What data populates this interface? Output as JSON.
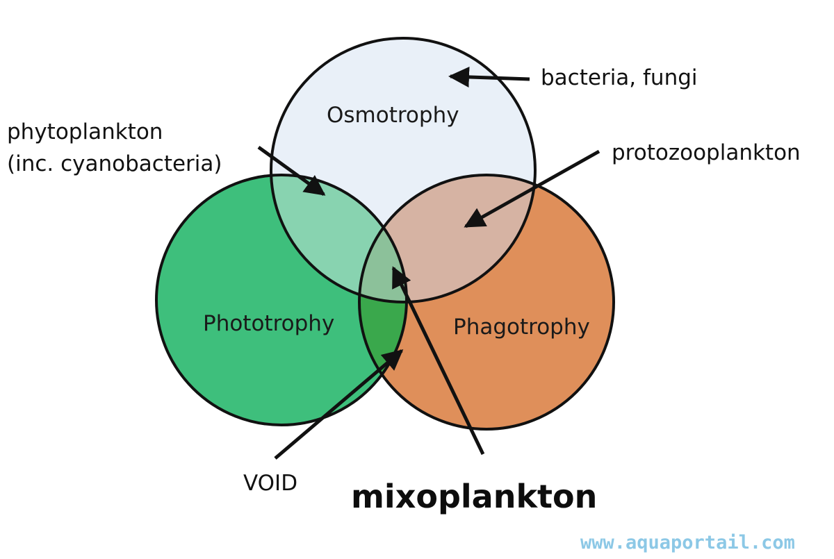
{
  "sets": {
    "osmotrophy": {
      "label": "Osmotrophy",
      "color": "#e9f0f8"
    },
    "phototrophy": {
      "label": "Phototrophy",
      "color": "#3dbb79"
    },
    "phagotrophy": {
      "label": "Phagotrophy",
      "color": "#dd8d58"
    }
  },
  "annotations": {
    "bacteria_fungi": "bacteria, fungi",
    "phytoplankton_line1": "phytoplankton",
    "phytoplankton_line2": "(inc. cyanobacteria)",
    "protozooplankton": "protozooplankton",
    "void": "VOID",
    "mixoplankton": "mixoplankton"
  },
  "watermark": "www.aquaportail.com"
}
